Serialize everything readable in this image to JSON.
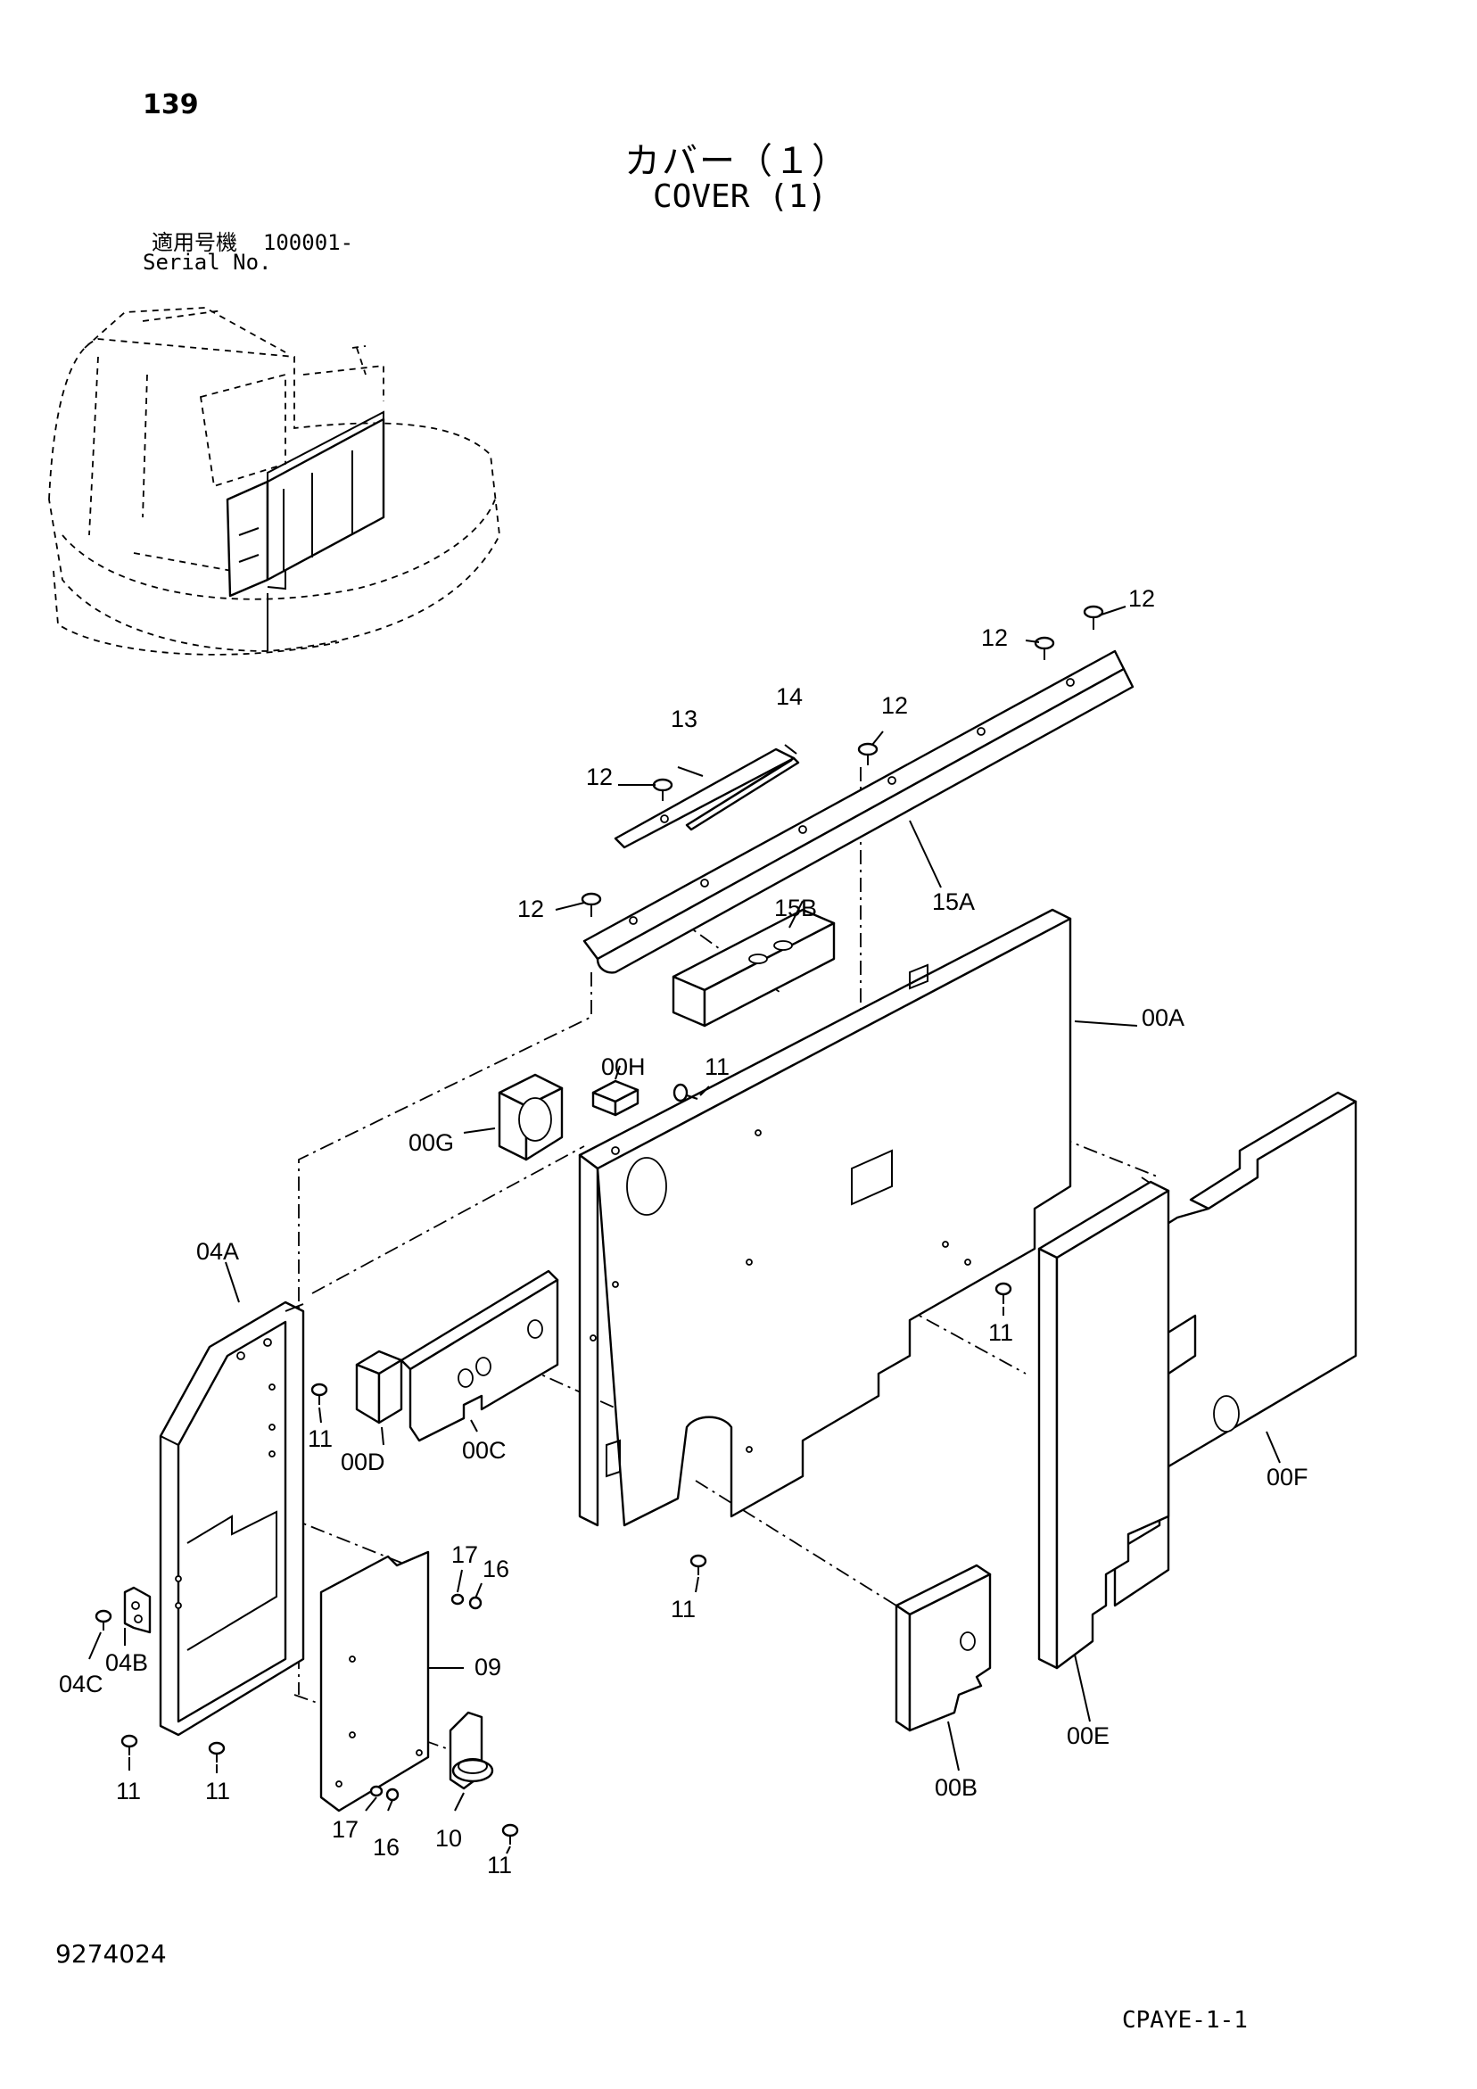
{
  "header": {
    "page_number": "139",
    "title_jp": "カバー（１）",
    "title_en": "COVER (1)",
    "serial_label_jp": "適用号機",
    "serial_value": "100001-",
    "serial_label_en": "Serial No."
  },
  "callouts": [
    "12",
    "12",
    "13",
    "14",
    "12",
    "12",
    "12",
    "15A",
    "15B",
    "00H",
    "11",
    "00A",
    "00G",
    "04A",
    "11",
    "00D",
    "00C",
    "11",
    "00F",
    "17",
    "16",
    "09",
    "04B",
    "04C",
    "11",
    "11",
    "11",
    "17",
    "16",
    "10",
    "11",
    "00B",
    "00E"
  ],
  "footer": {
    "drawing_number": "9274024",
    "sheet_code": "CPAYE-1-1"
  }
}
